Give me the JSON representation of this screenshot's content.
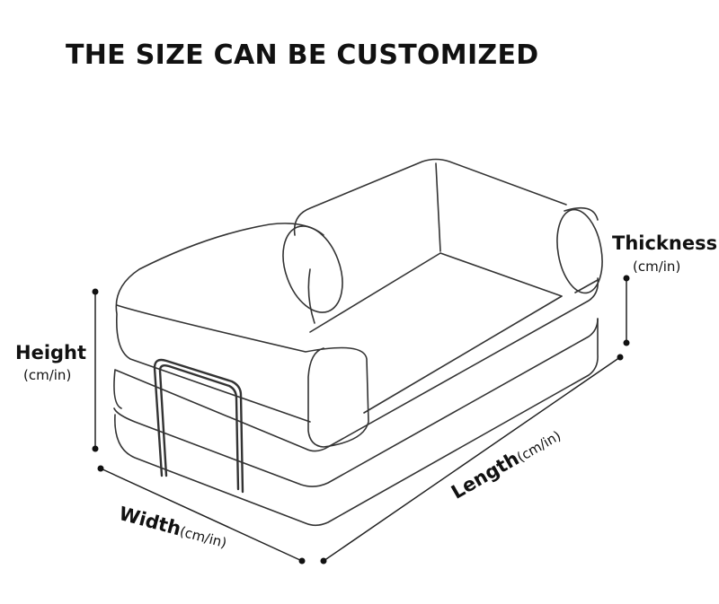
{
  "title": "THE SIZE CAN BE CUSTOMIZED",
  "labels": {
    "thickness": "Thickness",
    "thickness_unit": "(cm/in)",
    "height": "Height",
    "height_unit": "(cm/in)",
    "width": "Width",
    "width_unit": "(cm/in)",
    "length": "Length",
    "length_unit": "(cm/in)"
  }
}
